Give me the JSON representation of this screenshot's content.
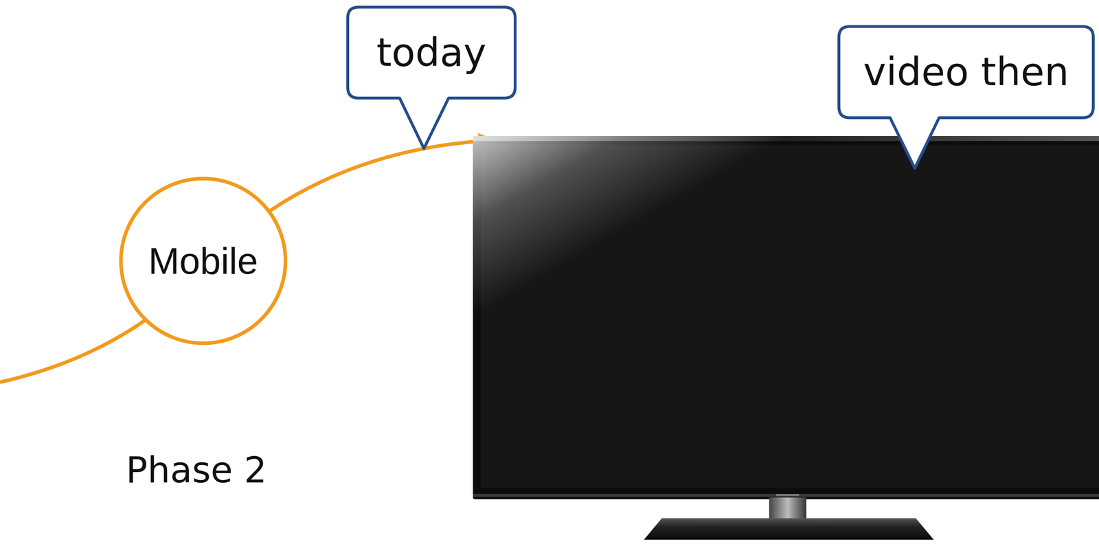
{
  "diagram": {
    "nodes": [
      {
        "text": [
          "today"
        ]
      },
      {
        "text": [
          "video then"
        ]
      },
      {
        "text": [
          "Mobile"
        ]
      }
    ],
    "labels": [
      "Phase 2"
    ]
  }
}
